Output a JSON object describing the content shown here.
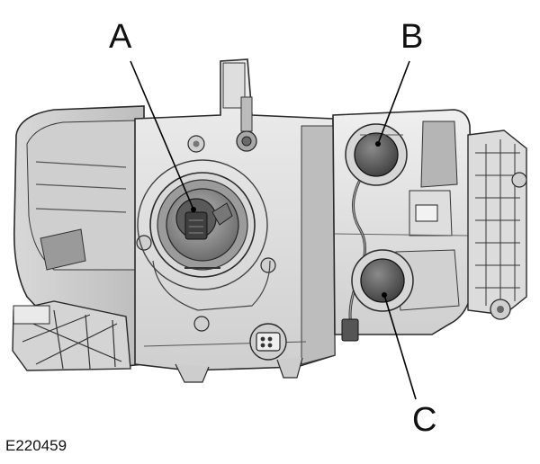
{
  "callouts": {
    "a": "A",
    "b": "B",
    "c": "C"
  },
  "figure_code": "E220459",
  "colors": {
    "outline": "#2a2a2a",
    "housing_light": "#e6e6e6",
    "housing_mid": "#c9c9c9",
    "housing_dark": "#9e9e9e",
    "socket_dark": "#555555",
    "leader": "#000000"
  },
  "icons": [
    "headlamp-assembly-illustration",
    "bulb-socket-icon",
    "electrical-connector-icon"
  ]
}
